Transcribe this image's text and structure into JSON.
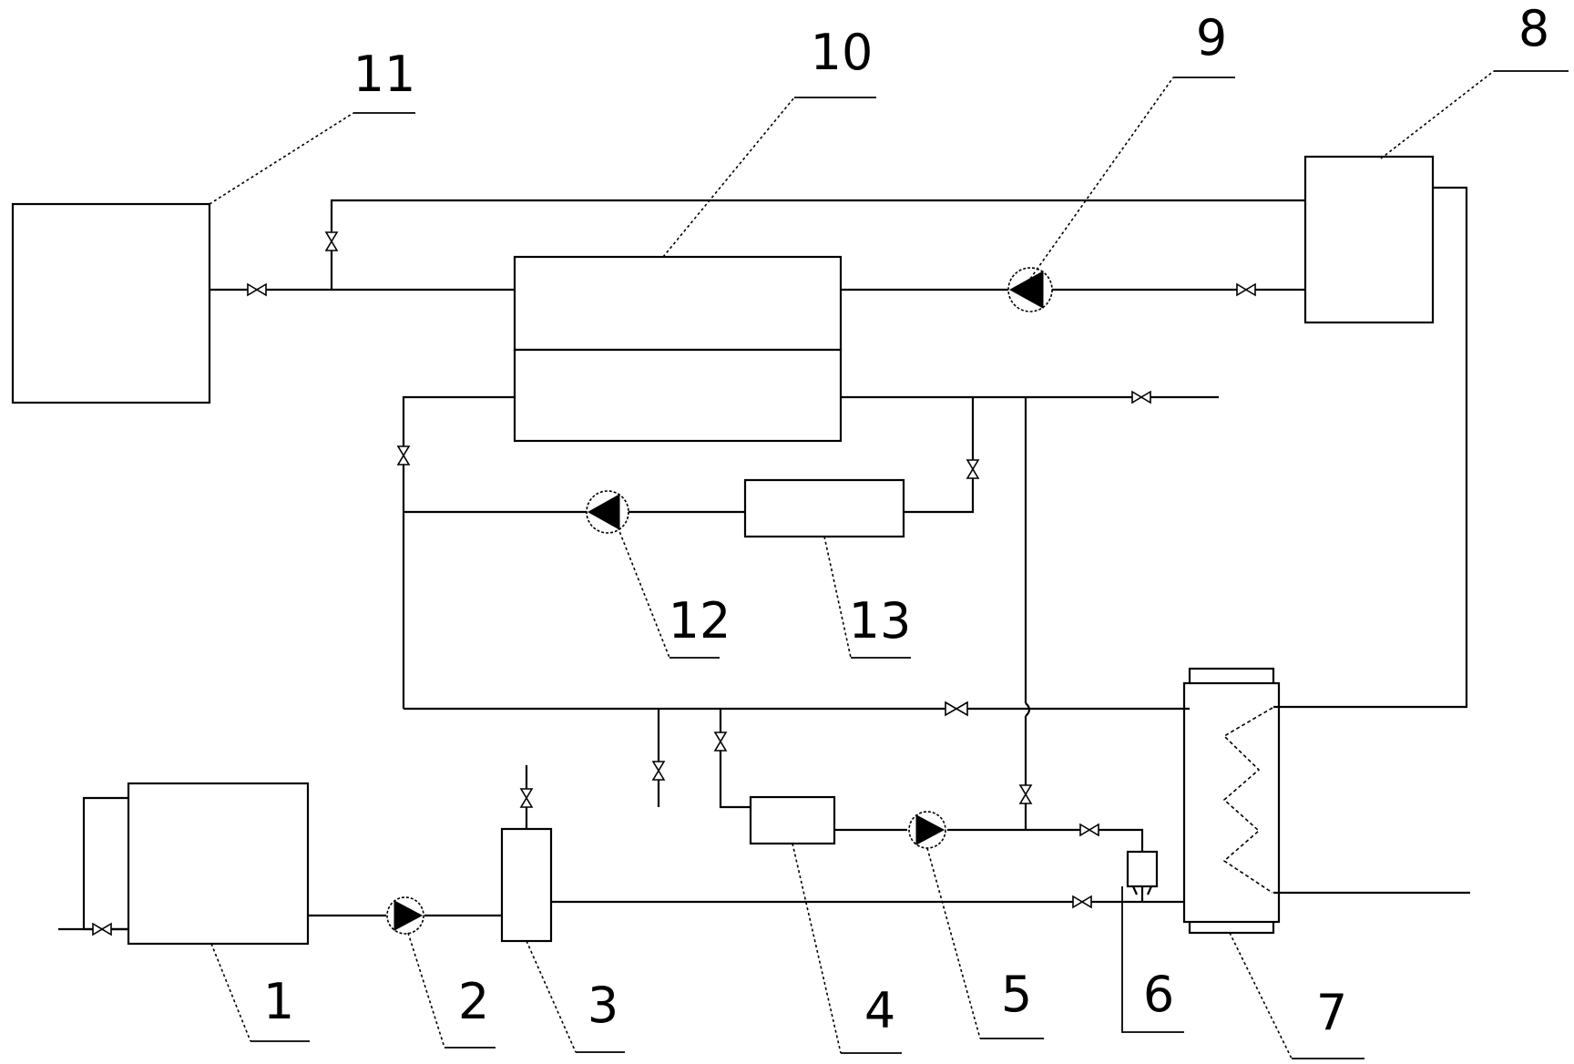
{
  "labels": {
    "c1": "1",
    "c2": "2",
    "c3": "3",
    "c4": "4",
    "c5": "5",
    "c6": "6",
    "c7": "7",
    "c8": "8",
    "c9": "9",
    "c10": "10",
    "c11": "11",
    "c12": "12",
    "c13": "13"
  }
}
